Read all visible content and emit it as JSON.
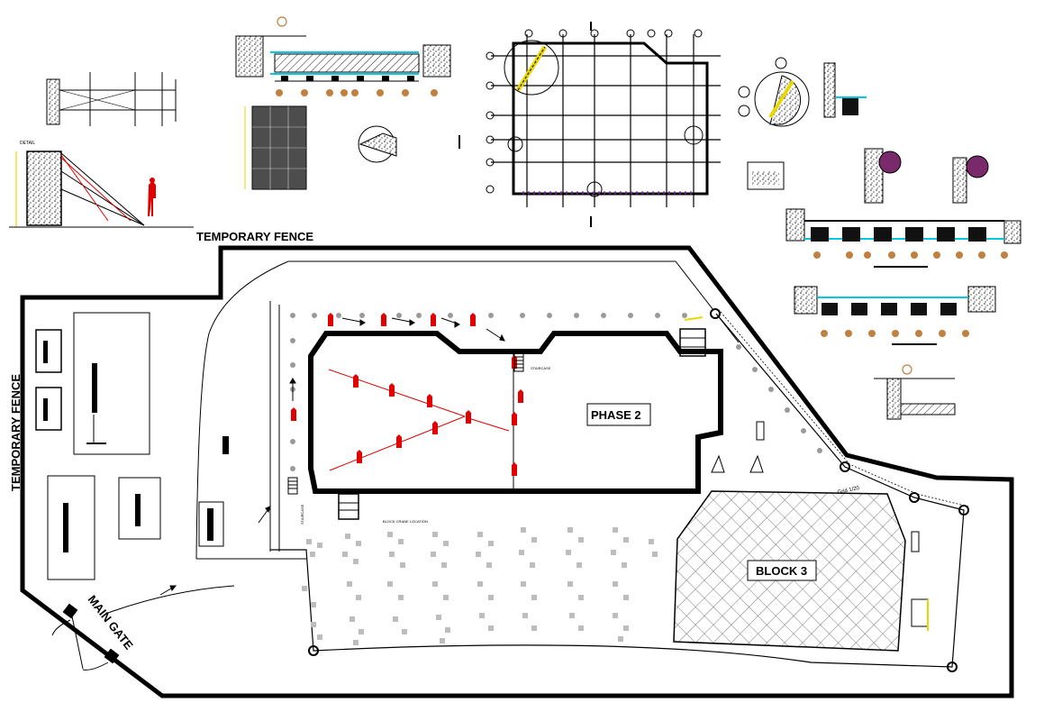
{
  "labels": {
    "temporary_fence_top": "TEMPORARY FENCE",
    "temporary_fence_left": "TEMPORARY FENCE",
    "main_gate": "MAIN GATE",
    "phase_2": "PHASE 2",
    "block_3": "BLOCK 3",
    "staircase_top": "STAIRCASE",
    "staircase_left": "STAIRCASE",
    "crane_note_bottom": "BLOCK CRANE LOCATION",
    "grid_ref": "Grid 1/20"
  },
  "colors": {
    "line": "#000000",
    "hatch": "#9a9a9a",
    "worker": "#e00000",
    "dim_yellow": "#f0e000",
    "dim_cyan": "#00c8e0",
    "purple": "#7a2a6a",
    "parking": "#bdbdbd",
    "marker": "#c08040"
  }
}
